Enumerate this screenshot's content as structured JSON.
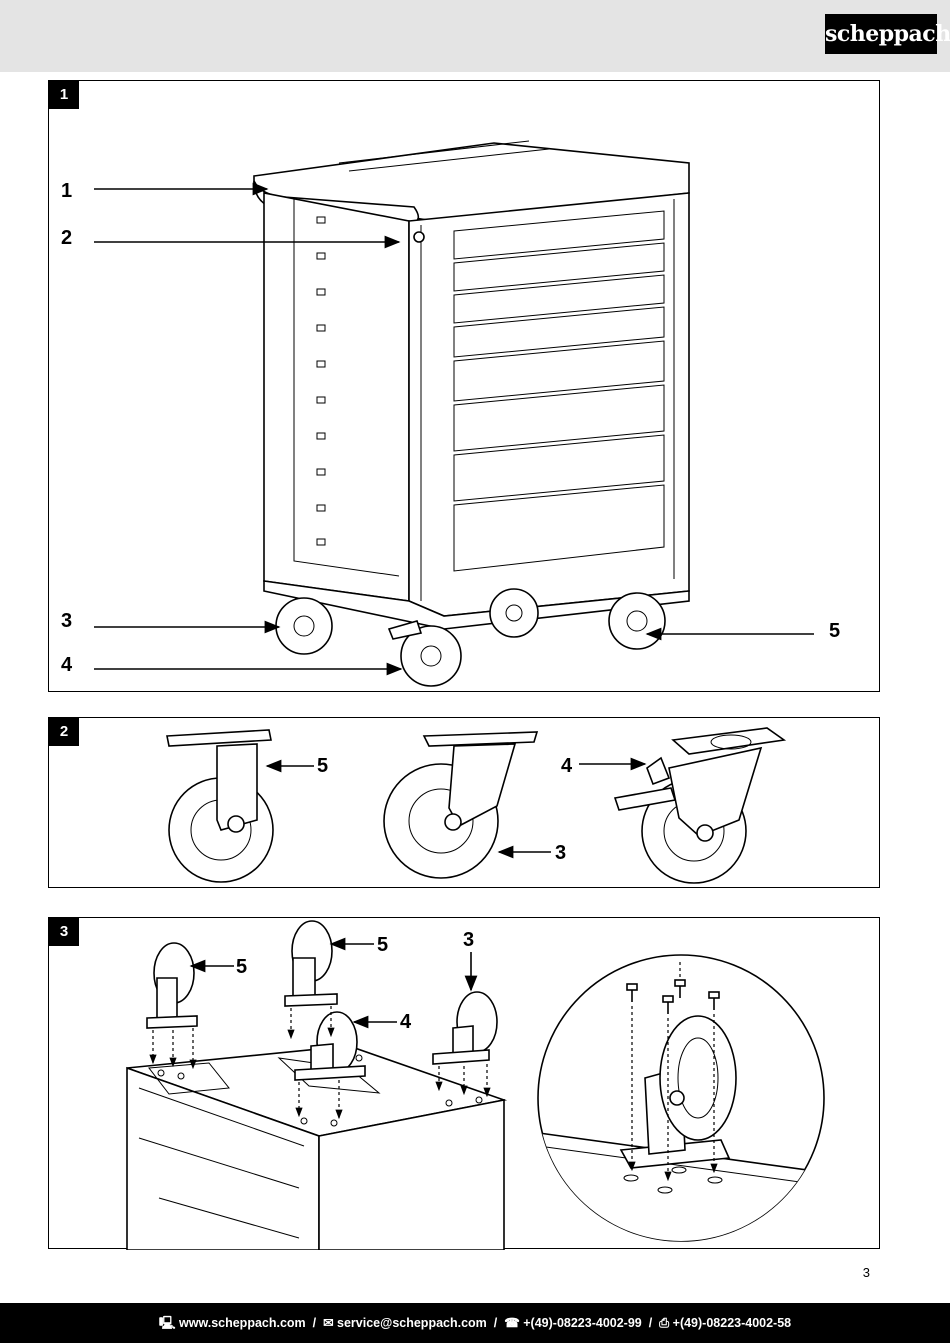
{
  "header": {
    "brand": "scheppach"
  },
  "figures": [
    {
      "number": "1",
      "callouts": [
        "1",
        "2",
        "3",
        "4",
        "5"
      ]
    },
    {
      "number": "2",
      "callouts": [
        "5",
        "3",
        "4"
      ]
    },
    {
      "number": "3",
      "callouts": [
        "5",
        "5",
        "3",
        "4"
      ]
    }
  ],
  "page_number": "3",
  "footer": {
    "website": "www.scheppach.com",
    "email": "service@scheppach.com",
    "phone": "+(49)-08223-4002-99",
    "fax": "+(49)-08223-4002-58",
    "icons": [
      "computer-icon",
      "mail-icon",
      "phone-icon",
      "fax-icon"
    ]
  }
}
